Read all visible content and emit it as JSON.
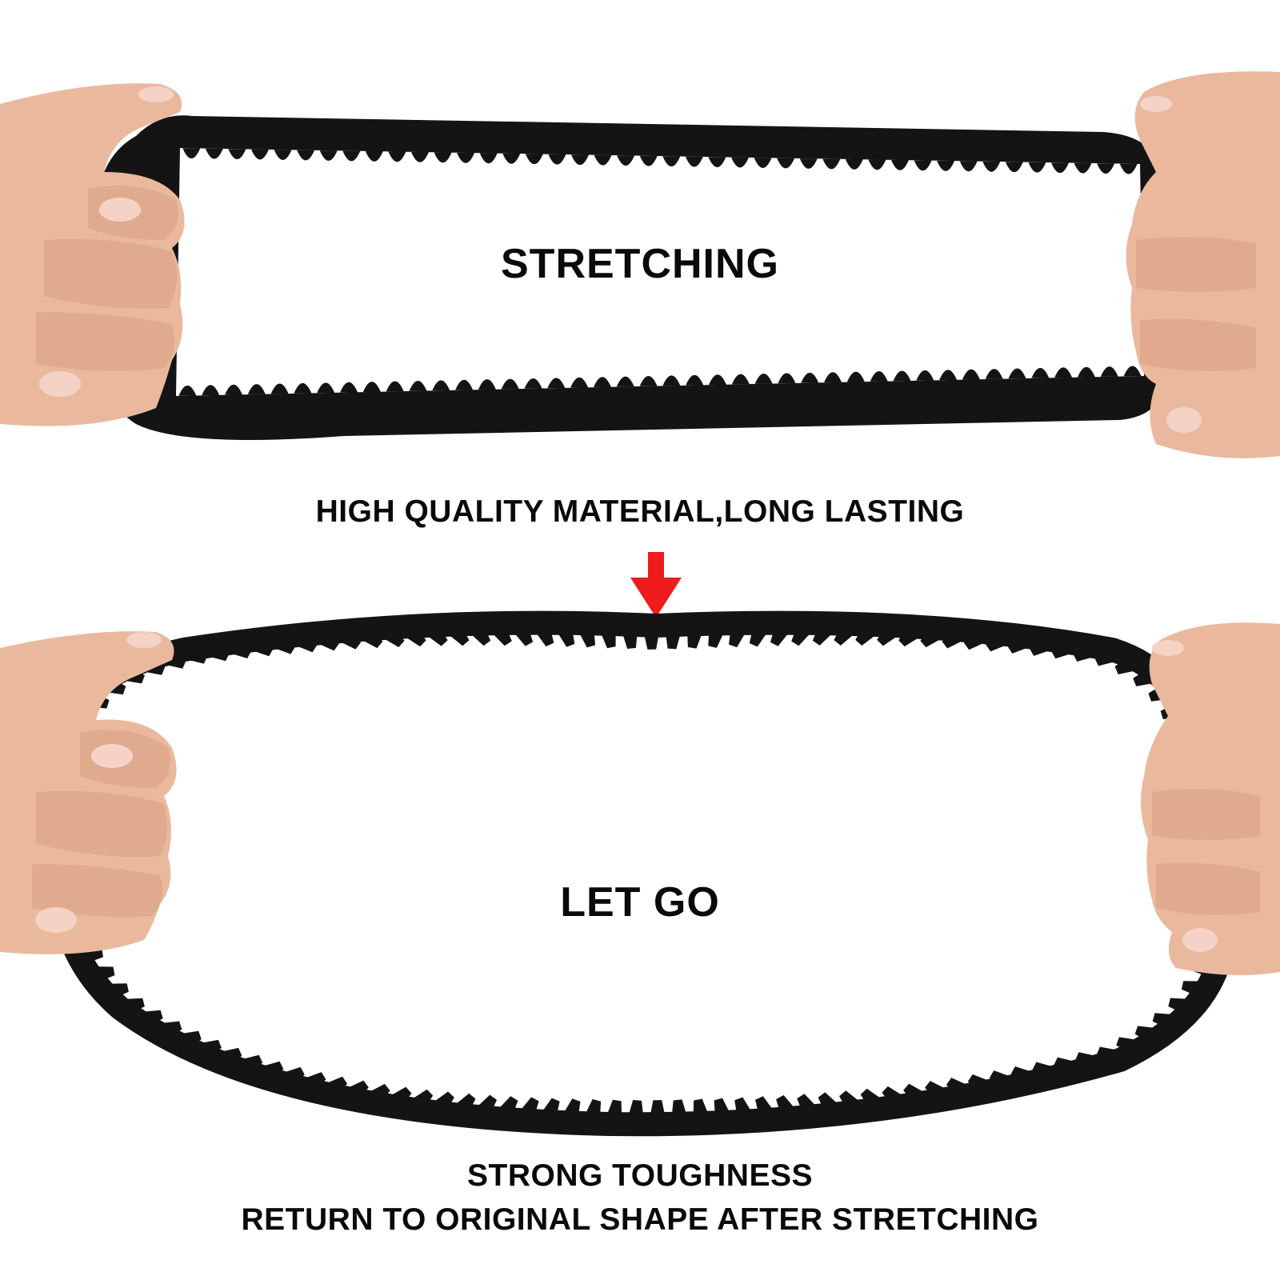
{
  "colors": {
    "belt": "#141414",
    "belt_back": "#2a2a2a",
    "skin": "#eab99d",
    "skin_shadow": "#d49a7c",
    "nail": "#f4d3c6",
    "arrow": "#ee1c1c",
    "text": "#0a0a0a"
  },
  "scene_top": {
    "action_label": "STRETCHING",
    "subcaption": "HIGH QUALITY MATERIAL,LONG LASTING"
  },
  "transition": {
    "icon": "red-down-arrow-icon"
  },
  "scene_bottom": {
    "action_label": "LET GO",
    "subcaption_line1": "STRONG TOUGHNESS",
    "subcaption_line2": "RETURN TO ORIGINAL SHAPE AFTER STRETCHING"
  }
}
